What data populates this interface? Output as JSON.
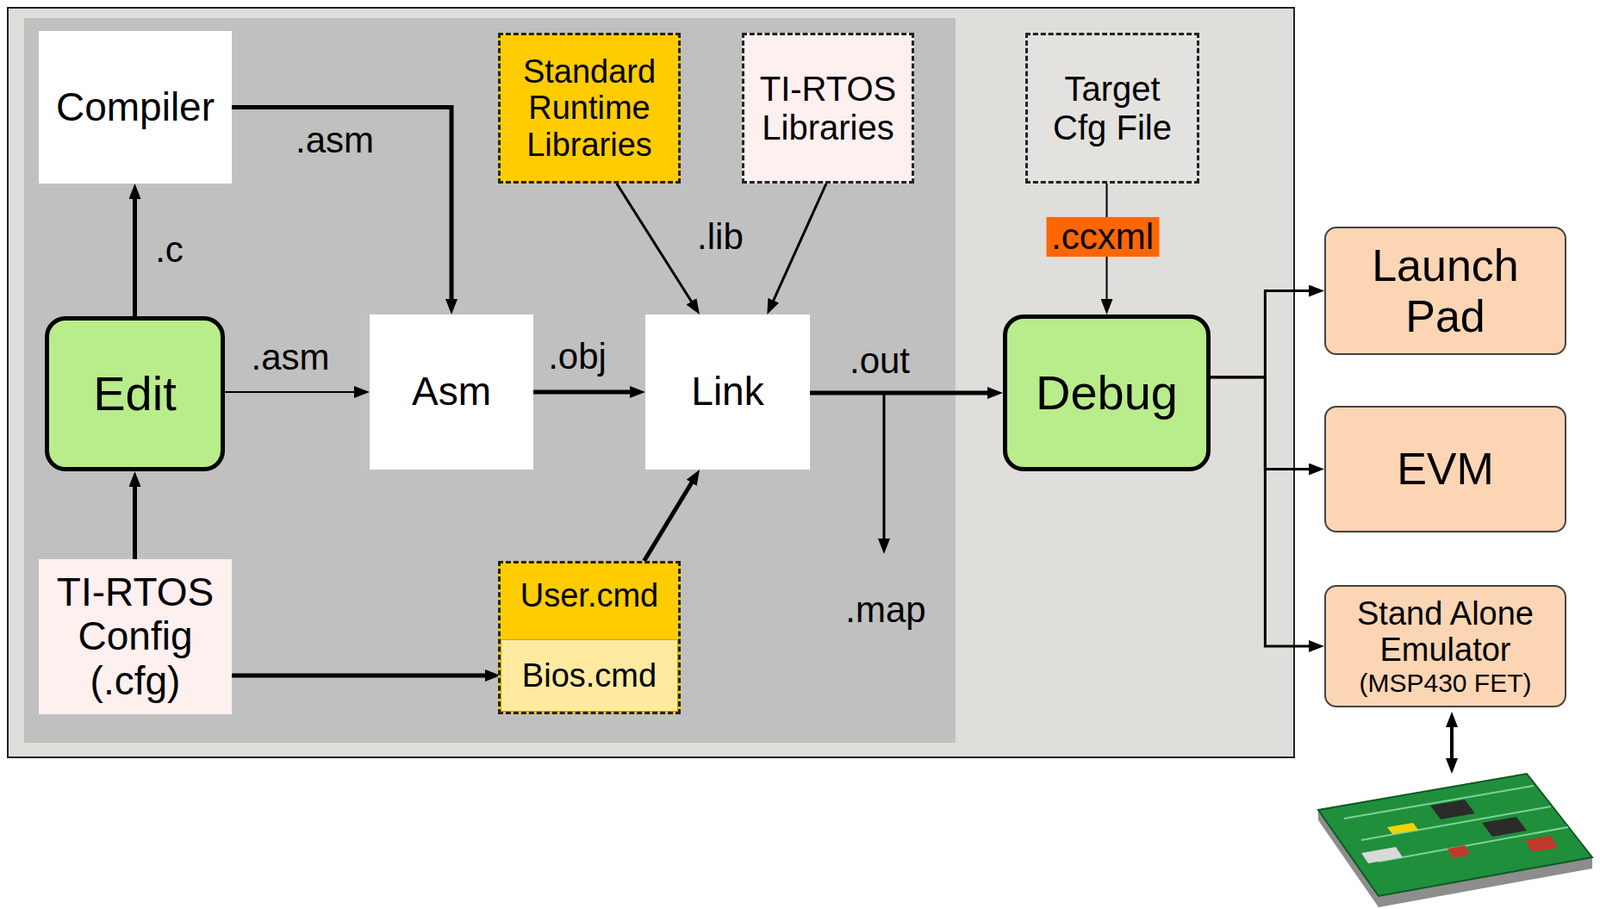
{
  "diagram": {
    "nodes": [
      {
        "text": [
          "Compiler"
        ]
      },
      {
        "text": [
          "Standard Runtime Libraries"
        ]
      },
      {
        "text": [
          "TI-RTOS Libraries"
        ]
      },
      {
        "text": [
          "Target Cfg File"
        ]
      },
      {
        "text": [
          "Edit"
        ]
      },
      {
        "text": [
          "Asm"
        ]
      },
      {
        "text": [
          "Link"
        ]
      },
      {
        "text": [
          "Debug"
        ]
      },
      {
        "text": [
          "Launch Pad"
        ]
      },
      {
        "text": [
          "EVM"
        ]
      },
      {
        "text": [
          "Stand Alone Emulator",
          "(MSP430 FET)"
        ]
      },
      {
        "text": [
          "TI-RTOS Config (.cfg)"
        ]
      },
      {
        "text": [
          "User.cmd"
        ]
      },
      {
        "text": [
          "Bios.cmd"
        ],
        "in": 12
      }
    ],
    "edges": [
      {
        "from": 4,
        "to": 0,
        "label": ".c",
        "arrow": "to"
      },
      {
        "from": 0,
        "to": 5,
        "label": ".asm",
        "arrow": "to"
      },
      {
        "from": 4,
        "to": 5,
        "label": ".asm",
        "arrow": "to"
      },
      {
        "from": 5,
        "to": 6,
        "label": ".obj",
        "arrow": "to"
      },
      {
        "from": 1,
        "to": 6,
        "label": ".lib",
        "arrow": "to"
      },
      {
        "from": 2,
        "to": 6,
        "arrow": "to"
      },
      {
        "from": 12,
        "to": 6,
        "arrow": "to"
      },
      {
        "from": 11,
        "to": 4,
        "arrow": "to"
      },
      {
        "from": 11,
        "to": 13,
        "arrow": "to"
      },
      {
        "from": 6,
        "to": 7,
        "label": ".out",
        "arrow": "to"
      },
      {
        "from": 3,
        "to": 7,
        "label": ".ccxml",
        "arrow": "to"
      },
      {
        "from": 7,
        "to": 8,
        "arrow": "to"
      },
      {
        "from": 7,
        "to": 9,
        "arrow": "to"
      },
      {
        "from": 7,
        "to": 10,
        "arrow": "to"
      }
    ],
    "labels": [
      ".map"
    ]
  }
}
